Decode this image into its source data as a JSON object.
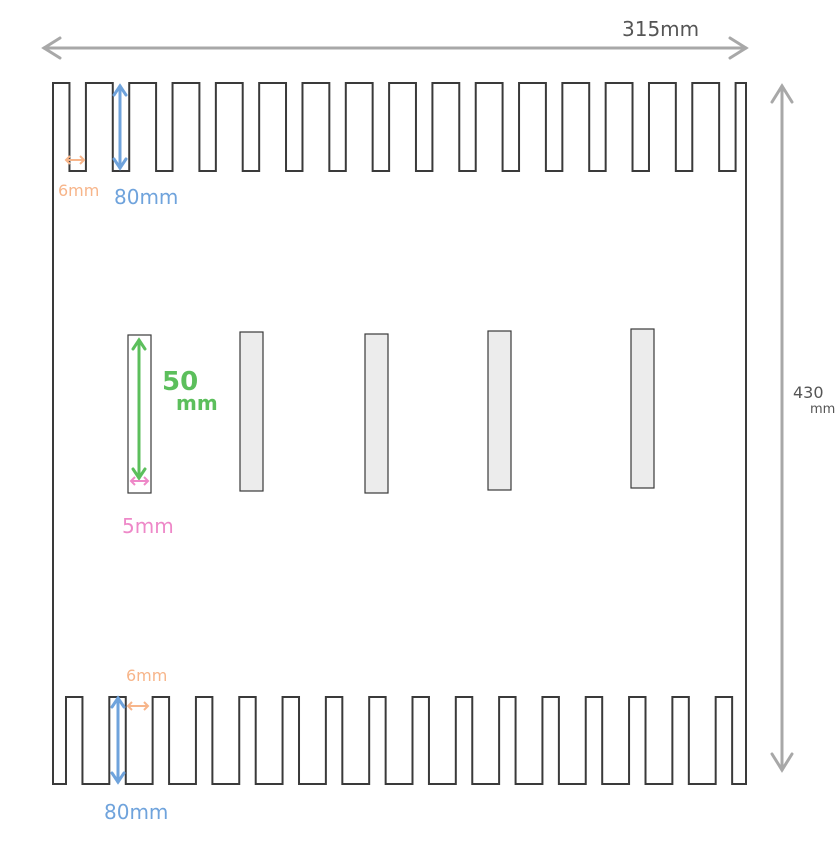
{
  "dimensions": {
    "width_label": "315mm",
    "height_value": "430",
    "height_unit": "mm"
  },
  "comb": {
    "slot_width_label": "6mm",
    "slot_depth_label": "80mm"
  },
  "slot": {
    "length_value": "50",
    "length_unit": "mm",
    "width_label": "5mm",
    "count": 5
  },
  "colors": {
    "outline": "#3a3a3a",
    "dimension_gray": "#a8a8a8",
    "slot_width_orange": "#f7b58a",
    "depth_blue": "#6fa3dc",
    "length_green": "#5cbf5c",
    "width_pink": "#ee88c8",
    "slot_fill": "#ececec"
  }
}
